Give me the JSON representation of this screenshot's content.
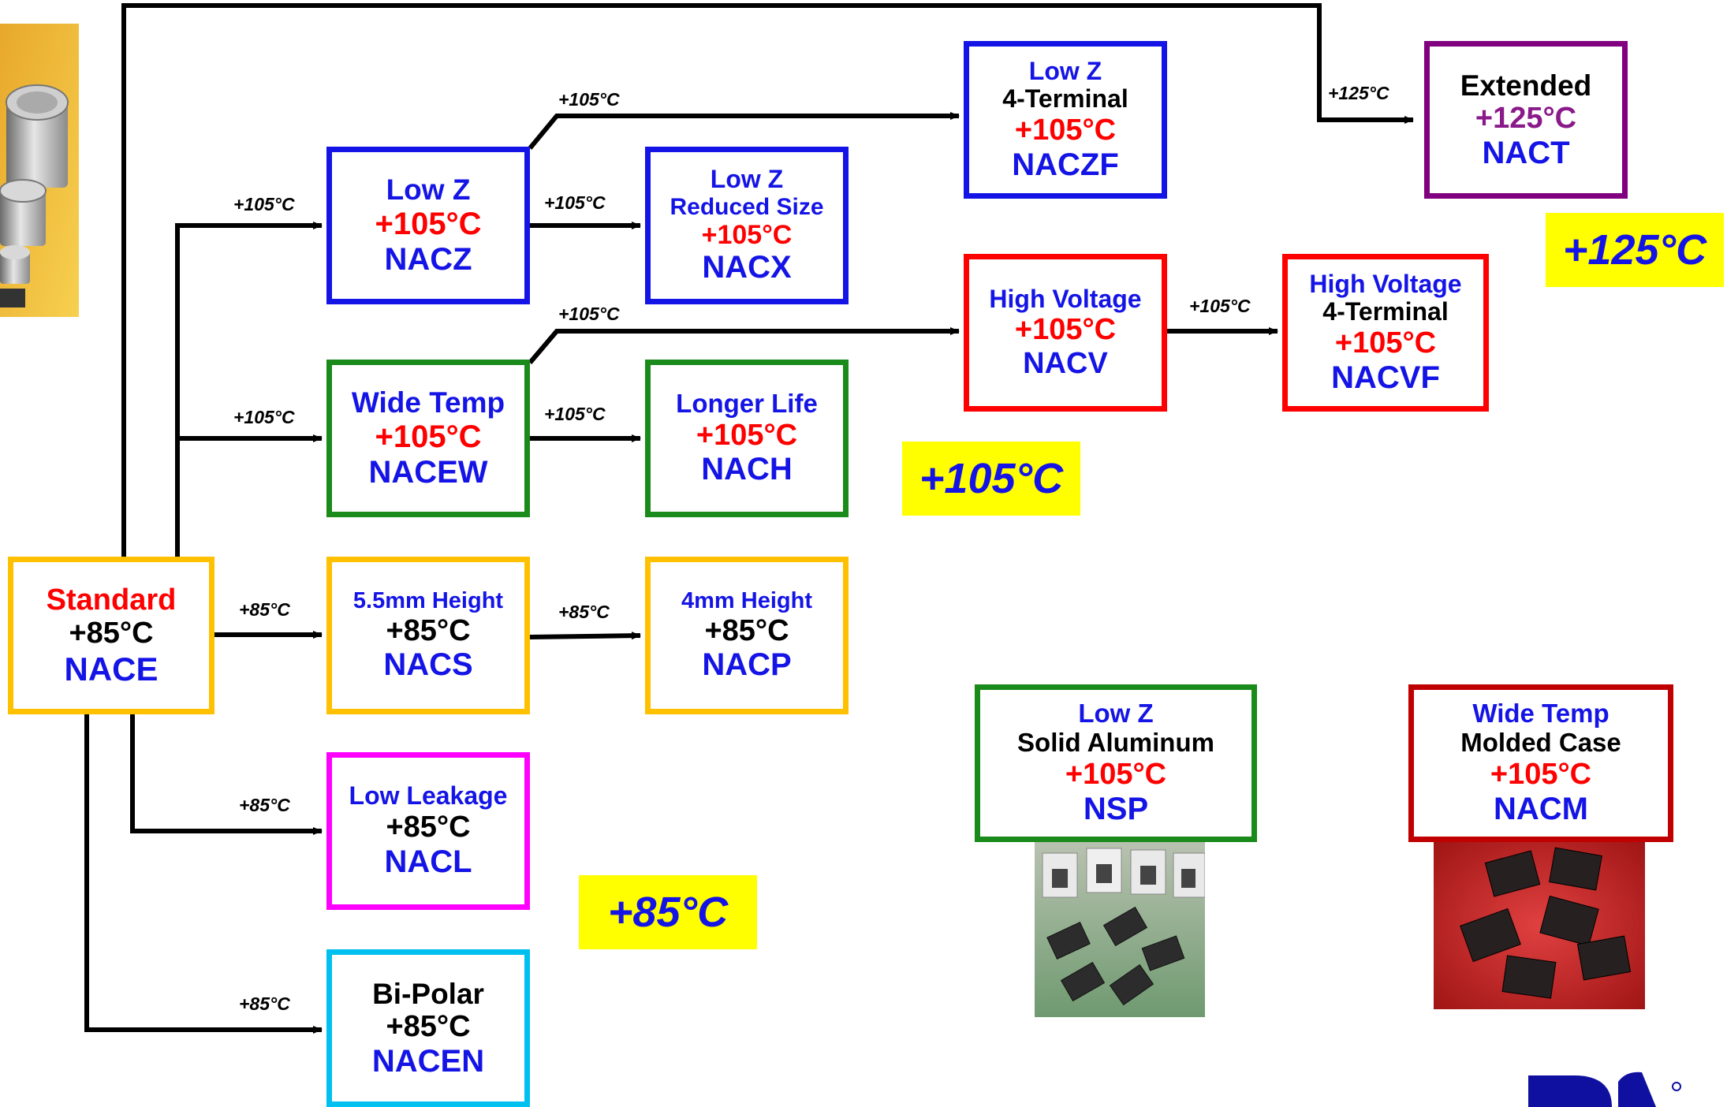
{
  "colors": {
    "yellow_border": "#ffc000",
    "blue_border": "#1414e6",
    "green_border": "#1a8a1a",
    "red_border": "#ff0000",
    "purple_border": "#800080",
    "magenta_border": "#ff00ff",
    "cyan_border": "#00c0f0",
    "darkred_border": "#c00000",
    "badge_yellow": "#ffff00"
  },
  "nodes": {
    "nace": {
      "line1": "Standard",
      "line2": "+85°C",
      "line3": "NACE"
    },
    "nacz": {
      "line1": "Low Z",
      "line2": "+105°C",
      "line3": "NACZ"
    },
    "nacew": {
      "line1": "Wide Temp",
      "line2": "+105°C",
      "line3": "NACEW"
    },
    "nacs": {
      "line1": "5.5mm Height",
      "line2": "+85°C",
      "line3": "NACS"
    },
    "nacl": {
      "line1": "Low Leakage",
      "line2": "+85°C",
      "line3": "NACL"
    },
    "nacen": {
      "line1": "Bi-Polar",
      "line2": "+85°C",
      "line3": "NACEN"
    },
    "nacx": {
      "line1": "Low Z",
      "line2": "Reduced Size",
      "line3": "+105°C",
      "line4": "NACX"
    },
    "nach": {
      "line1": "Longer Life",
      "line2": "+105°C",
      "line3": "NACH"
    },
    "nacp": {
      "line1": "4mm Height",
      "line2": "+85°C",
      "line3": "NACP"
    },
    "naczf": {
      "line1": "Low Z",
      "line2": "4-Terminal",
      "line3": "+105°C",
      "line4": "NACZF"
    },
    "nacv": {
      "line1": "High Voltage",
      "line2": "+105°C",
      "line3": "NACV"
    },
    "nacvf": {
      "line1": "High Voltage",
      "line2": "4-Terminal",
      "line3": "+105°C",
      "line4": "NACVF"
    },
    "nact": {
      "line1": "Extended",
      "line2": "+125°C",
      "line3": "NACT"
    },
    "nsp": {
      "line1": "Low Z",
      "line2": "Solid Aluminum",
      "line3": "+105°C",
      "line4": "NSP"
    },
    "nacm": {
      "line1": "Wide Temp",
      "line2": "Molded Case",
      "line3": "+105°C",
      "line4": "NACM"
    }
  },
  "edge_labels": {
    "to_nacz": "+105°C",
    "to_nacew": "+105°C",
    "to_nacs": "+85°C",
    "to_nacl": "+85°C",
    "to_nacen": "+85°C",
    "to_nacx": "+105°C",
    "to_nach": "+105°C",
    "to_nacp": "+85°C",
    "to_naczf": "+105°C",
    "to_nacv": "+105°C",
    "to_nacvf": "+105°C",
    "to_nact": "+125°C"
  },
  "badges": {
    "t85": "+85°C",
    "t105": "+105°C",
    "t125": "+125°C"
  },
  "icons": [
    "capacitor-photo",
    "nsp-chip-photo",
    "nacm-chip-photo",
    "company-logo"
  ]
}
